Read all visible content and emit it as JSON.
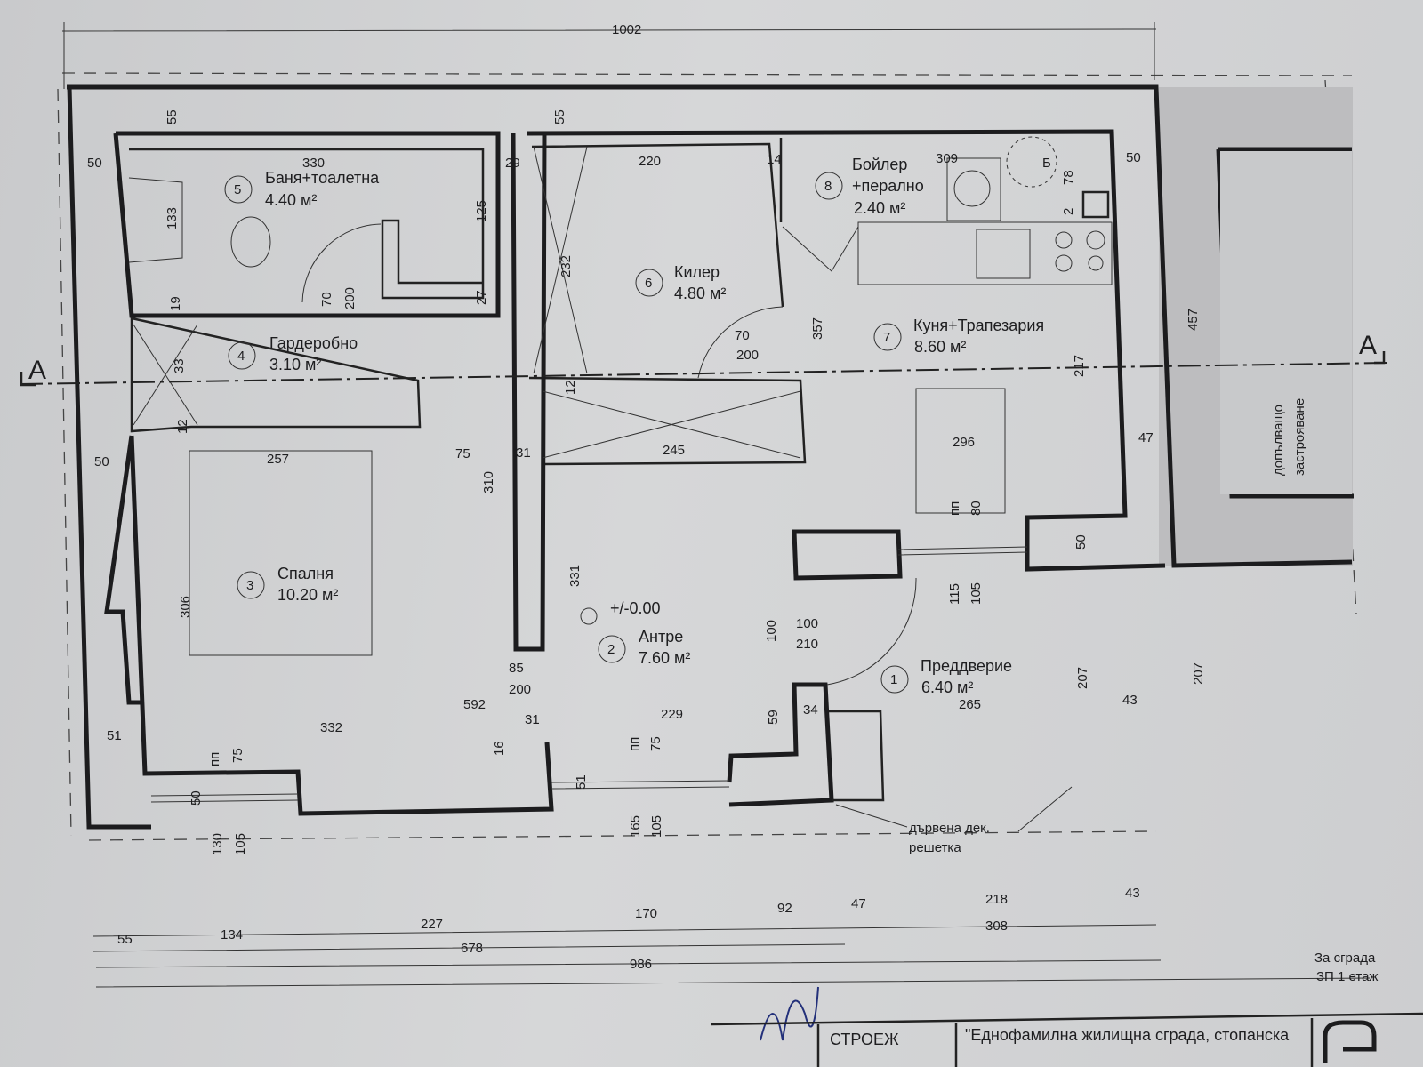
{
  "rooms": [
    {
      "number": "1",
      "name": "Преддверие",
      "area": "6.40 м²"
    },
    {
      "number": "2",
      "name": "Антре",
      "area": "7.60 м²"
    },
    {
      "number": "3",
      "name": "Спалня",
      "area": "10.20 м²"
    },
    {
      "number": "4",
      "name": "Гардеробно",
      "area": "3.10 м²"
    },
    {
      "number": "5",
      "name": "Баня+тоалетна",
      "area": "4.40 м²"
    },
    {
      "number": "6",
      "name": "Килер",
      "area": "4.80 м²"
    },
    {
      "number": "7",
      "name": "Куня+Трапезария",
      "area": "8.60 м²"
    },
    {
      "number": "8",
      "name": "Бойлер",
      "name2": "+перално",
      "area": "2.40 м²"
    }
  ],
  "section_mark": "A",
  "boiler_mark": "Б",
  "level_mark": "+/-0.00",
  "annex_label": [
    "допълващо",
    "застрояване"
  ],
  "deck_label": [
    "дървена дек.",
    "решетка"
  ],
  "dims": [
    "1002",
    "50",
    "330",
    "29",
    "220",
    "14",
    "309",
    "50",
    "55",
    "55",
    "133",
    "125",
    "232",
    "78",
    "2",
    "70",
    "200",
    "19",
    "27",
    "357",
    "457",
    "70",
    "200",
    "33",
    "12",
    "217",
    "12",
    "50",
    "257",
    "75",
    "31",
    "245",
    "296",
    "47",
    "310",
    "пп",
    "80",
    "50",
    "306",
    "331",
    "100",
    "100",
    "210",
    "115",
    "105",
    "85",
    "200",
    "207",
    "207",
    "592",
    "265",
    "43",
    "51",
    "332",
    "31",
    "229",
    "59",
    "34",
    "16",
    "пп",
    "75",
    "пп",
    "75",
    "50",
    "51",
    "130",
    "105",
    "165",
    "105",
    "55",
    "134",
    "227",
    "170",
    "92",
    "47",
    "218",
    "43",
    "678",
    "308",
    "986"
  ],
  "note": [
    "За сграда",
    "ЗП 1 етаж"
  ],
  "title_block": {
    "label": "СТРОЕЖ",
    "value": "\"Еднофамилна жилищна сграда, стопанска"
  }
}
